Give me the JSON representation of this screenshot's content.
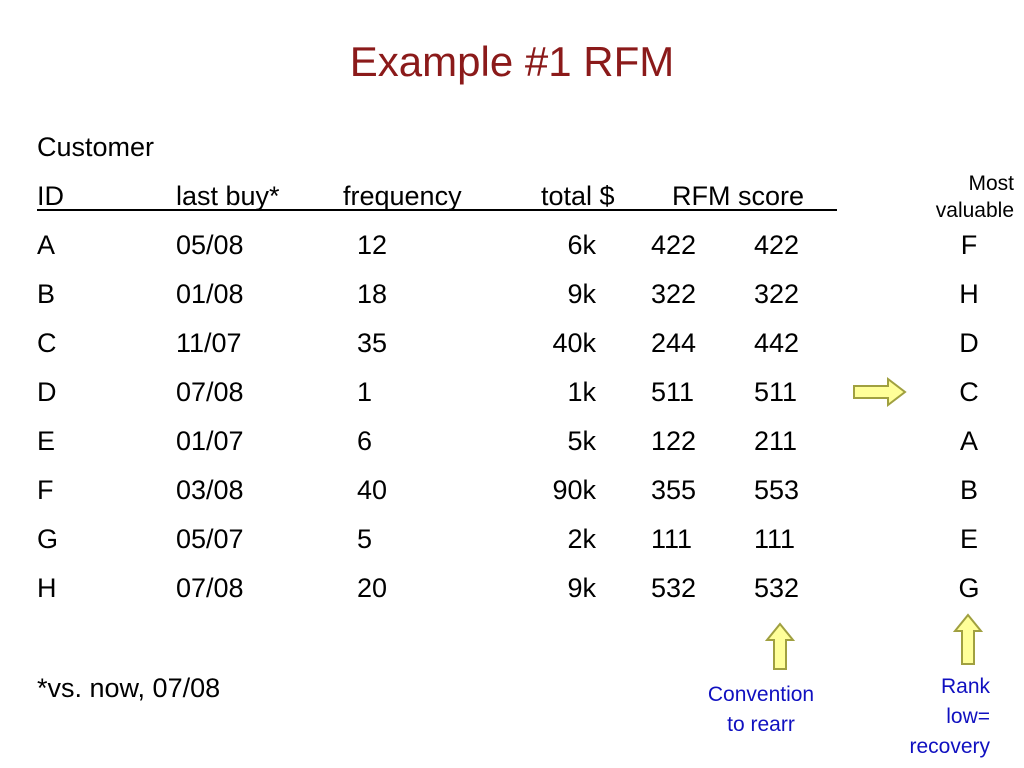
{
  "title": "Example #1 RFM",
  "header_line1": "Customer",
  "columns": [
    "ID",
    "last buy*",
    "frequency",
    "total $",
    "RFM score"
  ],
  "rows": [
    {
      "id": "A",
      "last_buy": "05/08",
      "frequency": "12",
      "total": "6k",
      "score": "422",
      "rearranged": "422",
      "rank": "F"
    },
    {
      "id": "B",
      "last_buy": "01/08",
      "frequency": "18",
      "total": "9k",
      "score": "322",
      "rearranged": "322",
      "rank": "H"
    },
    {
      "id": "C",
      "last_buy": "11/07",
      "frequency": "35",
      "total": "40k",
      "score": "244",
      "rearranged": "442",
      "rank": "D"
    },
    {
      "id": "D",
      "last_buy": "07/08",
      "frequency": "1",
      "total": "1k",
      "score": "511",
      "rearranged": "511",
      "rank": "C"
    },
    {
      "id": "E",
      "last_buy": "01/07",
      "frequency": "6",
      "total": "5k",
      "score": "122",
      "rearranged": "211",
      "rank": "A"
    },
    {
      "id": "F",
      "last_buy": "03/08",
      "frequency": "40",
      "total": "90k",
      "score": "355",
      "rearranged": "553",
      "rank": "B"
    },
    {
      "id": "G",
      "last_buy": "05/07",
      "frequency": "5",
      "total": "2k",
      "score": "111",
      "rearranged": "111",
      "rank": "E"
    },
    {
      "id": "H",
      "last_buy": "07/08",
      "frequency": "20",
      "total": "9k",
      "score": "532",
      "rearranged": "532",
      "rank": "G"
    }
  ],
  "footnote": "*vs. now, 07/08",
  "most_valuable": [
    "Most",
    "valuable"
  ],
  "convention_note": [
    "Convention",
    "to rearr"
  ],
  "rank_note": [
    "Rank",
    "low=",
    "recovery"
  ],
  "colors": {
    "title": "#8B1A1A",
    "note_blue": "#1010C0",
    "arrow_fill": "#FFFF99",
    "arrow_stroke": "#A0A040"
  }
}
